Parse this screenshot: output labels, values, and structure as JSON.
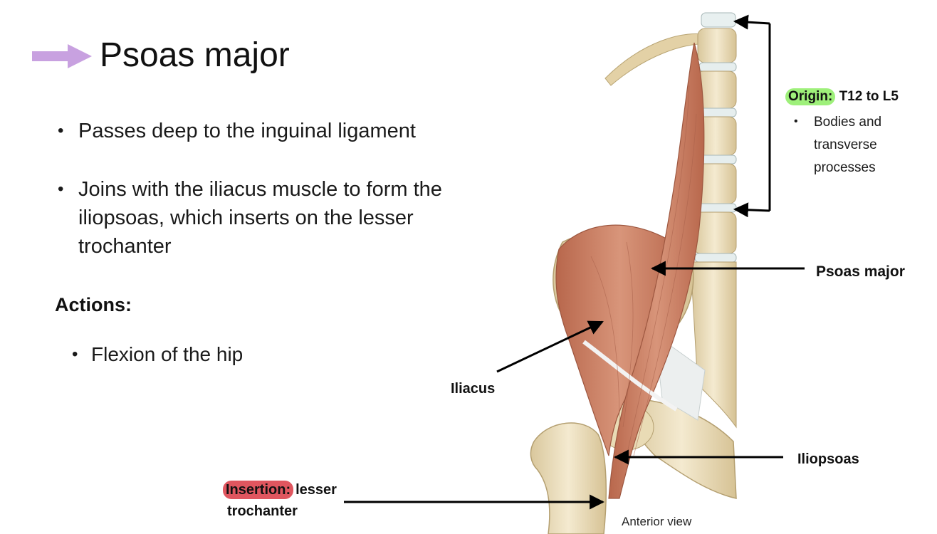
{
  "slide": {
    "title": "Psoas major",
    "bullets": [
      "Passes deep to the inguinal ligament",
      "Joins with the iliacus muscle to form the iliopsoas, which inserts on the lesser trochanter"
    ],
    "actions_heading": "Actions:",
    "actions": [
      "Flexion of the hip"
    ]
  },
  "figure": {
    "origin_tag": "Origin:",
    "origin_value": "T12 to L5",
    "origin_detail": "Bodies and transverse processes",
    "label_psoas": "Psoas major",
    "label_iliacus": "Iliacus",
    "label_iliopsoas": "Iliopsoas",
    "insertion_tag": "Insertion:",
    "insertion_value_line1": "lesser",
    "insertion_value_line2": "trochanter",
    "caption": "Anterior view"
  },
  "icons": {
    "title_arrow": "right-arrow-icon",
    "bullet": "bullet-dot-icon"
  },
  "colors": {
    "title_arrow": "#c8a1e0",
    "origin_highlight": "#9ef07a",
    "insertion_highlight": "#e0565f",
    "muscle": "#cf8a6d",
    "bone": "#eee2c2"
  }
}
